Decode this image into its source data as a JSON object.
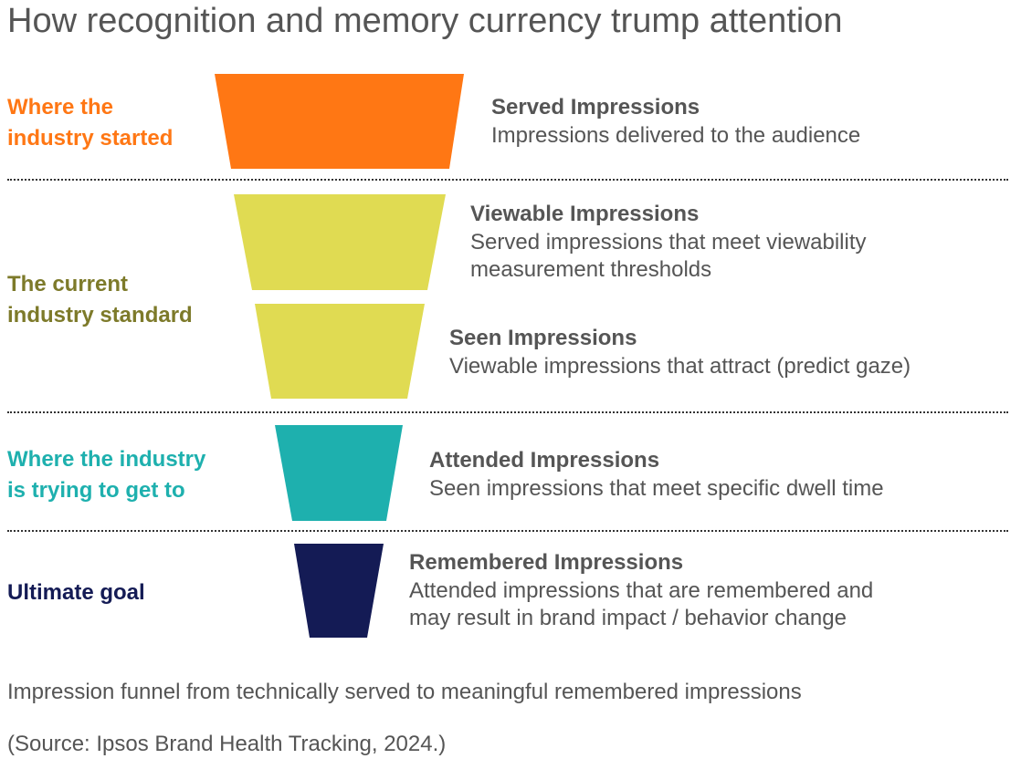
{
  "title": "How recognition and memory currency trump attention",
  "colors": {
    "orange": "#FF7714",
    "yellow": "#E0DB52",
    "olive": "#7D7A2A",
    "teal": "#1EB0AE",
    "navy": "#141B55",
    "text": "#555555"
  },
  "tiers": [
    {
      "label_line1": "Where the",
      "label_line2": "industry started",
      "color": "#FF7714"
    },
    {
      "label_line1": "The current",
      "label_line2": "industry standard",
      "color": "#7D7A2A"
    },
    {
      "label_line1": "Where the industry",
      "label_line2": "is trying to get to",
      "color": "#1EB0AE"
    },
    {
      "label_line1": "Ultimate goal",
      "label_line2": "",
      "color": "#141B55"
    }
  ],
  "stages": [
    {
      "title": "Served Impressions",
      "desc_line1": "Impressions delivered to the audience",
      "desc_line2": "",
      "color": "#FF7714"
    },
    {
      "title": "Viewable Impressions",
      "desc_line1": "Served impressions that meet viewability",
      "desc_line2": "measurement thresholds",
      "color": "#E0DB52"
    },
    {
      "title": "Seen Impressions",
      "desc_line1": "Viewable impressions that attract (predict gaze)",
      "desc_line2": "",
      "color": "#E0DB52"
    },
    {
      "title": "Attended Impressions",
      "desc_line1": "Seen impressions that meet specific dwell time",
      "desc_line2": "",
      "color": "#1EB0AE"
    },
    {
      "title": "Remembered Impressions",
      "desc_line1": "Attended impressions that are remembered and",
      "desc_line2": "may result in brand impact / behavior change",
      "color": "#141B55"
    }
  ],
  "caption": "Impression funnel from technically served to meaningful remembered impressions",
  "source": "(Source: Ipsos Brand Health Tracking, 2024.)"
}
